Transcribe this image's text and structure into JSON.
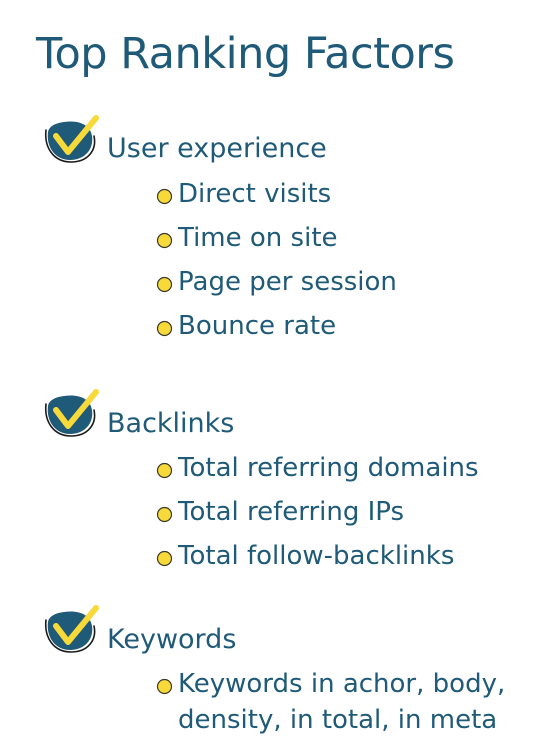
{
  "page": {
    "title": "Top Ranking Factors"
  },
  "colors": {
    "text": "#1f5a78",
    "check_fill": "#1f5a78",
    "check_mark": "#f7d93a",
    "bullet_fill": "#f7d93a"
  },
  "sections": [
    {
      "icon": "check-badge-icon",
      "title": "User experience",
      "items": [
        "Direct visits",
        "Time on site",
        "Page per session",
        "Bounce rate"
      ]
    },
    {
      "icon": "check-badge-icon",
      "title": "Backlinks",
      "items": [
        "Total referring domains",
        "Total referring IPs",
        "Total follow-backlinks"
      ]
    },
    {
      "icon": "check-badge-icon",
      "title": "Keywords",
      "items": [
        "Keywords in achor, body, density, in total, in meta"
      ]
    }
  ]
}
